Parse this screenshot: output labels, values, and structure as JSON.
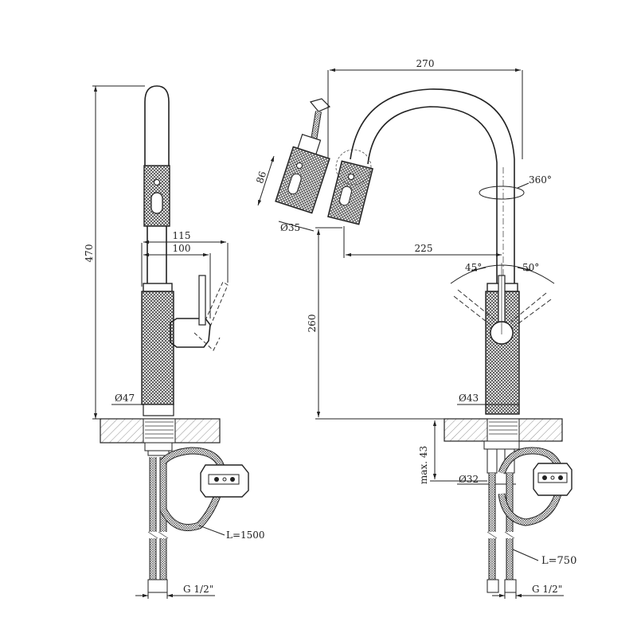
{
  "dimensions": {
    "height_470": "470",
    "reach_115": "115",
    "reach_100": "100",
    "diameter_47": "Ø47",
    "hose_l1500": "L=1500",
    "thread_left": "G 1/2\"",
    "spray_86": "86",
    "spray_d35": "Ø35",
    "width_270": "270",
    "rotation_360": "360°",
    "reach_225": "225",
    "angle_45": "45°",
    "angle_50": "50°",
    "height_260": "260",
    "diameter_43": "Ø43",
    "max_43": "max. 43",
    "diameter_32": "Ø32",
    "hose_l750": "L=750",
    "thread_right": "G 1/2\""
  },
  "colors": {
    "line": "#222222",
    "knurl_fill": "#555555",
    "hatch": "#666666"
  }
}
